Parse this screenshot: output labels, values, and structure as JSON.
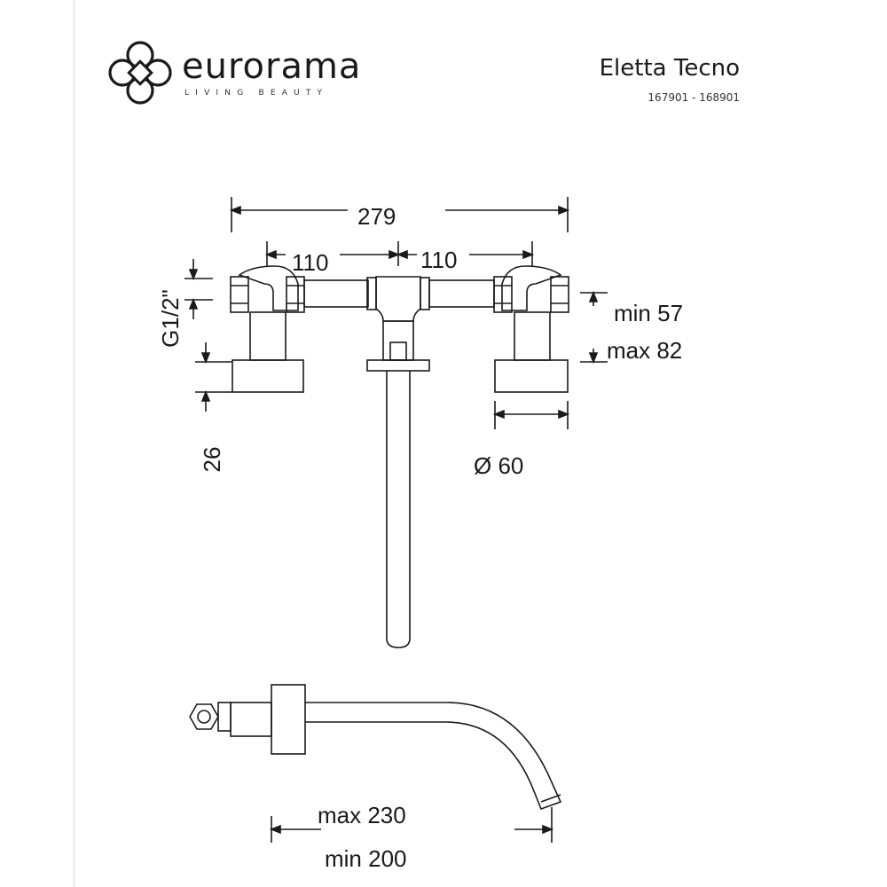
{
  "brand": {
    "name": "eurorama",
    "tagline": "LIVING BEAUTY"
  },
  "product": {
    "name": "Eletta Tecno",
    "codes": "167901 - 168901"
  },
  "dimensions": {
    "overall_width": "279",
    "left_spacing": "110",
    "right_spacing": "110",
    "thread": "G1/2\"",
    "rosette_thickness": "26",
    "min_projection": "min 57",
    "max_projection": "max 82",
    "rosette_diameter": "Ø 60",
    "spout_max": "max 230",
    "spout_min": "min 200"
  },
  "colors": {
    "line": "#1a1a1a",
    "background": "#ffffff"
  }
}
